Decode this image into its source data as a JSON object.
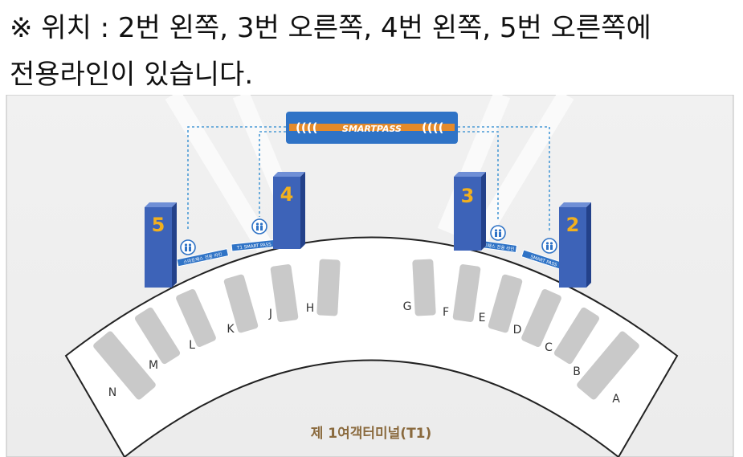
{
  "caption": {
    "line1": "※ 위치 : 2번 왼쪽, 3번 오른쪽, 4번 왼쪽, 5번 오른쪽에",
    "line2": "전용라인이 있습니다."
  },
  "smartpass": {
    "label": "SMARTPASS",
    "arrows_left": "((((",
    "arrows_right": "(((("
  },
  "towers": [
    {
      "id": "5",
      "label": "5"
    },
    {
      "id": "4",
      "label": "4"
    },
    {
      "id": "3",
      "label": "3"
    },
    {
      "id": "2",
      "label": "2"
    }
  ],
  "lanes": [
    {
      "id": "5",
      "label": "스마트패스 전용 라인"
    },
    {
      "id": "4",
      "label": "T1 SMART PASS"
    },
    {
      "id": "3",
      "label": "스마트패스 전용 라인"
    },
    {
      "id": "2",
      "label": "SMART PASS"
    }
  ],
  "counters": [
    "A",
    "B",
    "C",
    "D",
    "E",
    "F",
    "G",
    "H",
    "J",
    "K",
    "L",
    "M",
    "N"
  ],
  "terminal_label": "제 1여객터미널(T1)",
  "colors": {
    "tower_front": "#3d63b8",
    "tower_side": "#23418a",
    "tower_number": "#f2b01e",
    "smartpass_bg": "#2f73c6",
    "smartpass_band": "#e48a2a",
    "counter_fill": "#c9c9c9",
    "dotted_line": "#4a9ad6",
    "terminal_label": "#8a6a3e",
    "terminal_outline": "#222222"
  },
  "icons": [
    "walking-person-icon"
  ]
}
